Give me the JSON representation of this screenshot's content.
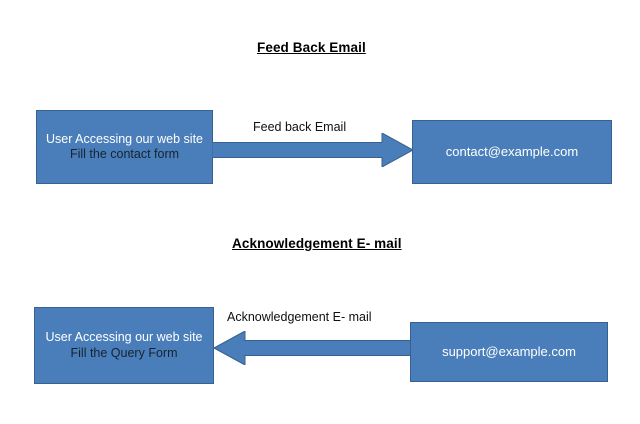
{
  "diagram": {
    "background_color": "#ffffff",
    "box_fill_color": "#4a7ebb",
    "box_border_color": "#37618e",
    "arrow_color": "#4a7ebb",
    "sections": [
      {
        "title": "Feed Back Email",
        "source_box": {
          "line1": "User Accessing our web site",
          "line2": "Fill the contact form"
        },
        "arrow": {
          "label": "Feed back Email",
          "direction": "right",
          "icon": "arrow-right-icon"
        },
        "target_box": {
          "label": "contact@example.com"
        }
      },
      {
        "title": "Acknowledgement E- mail",
        "source_box": {
          "line1": "User Accessing our web site",
          "line2": "Fill the Query Form"
        },
        "arrow": {
          "label": "Acknowledgement E- mail",
          "direction": "left",
          "icon": "arrow-left-icon"
        },
        "target_box": {
          "label": "support@example.com"
        }
      }
    ]
  }
}
